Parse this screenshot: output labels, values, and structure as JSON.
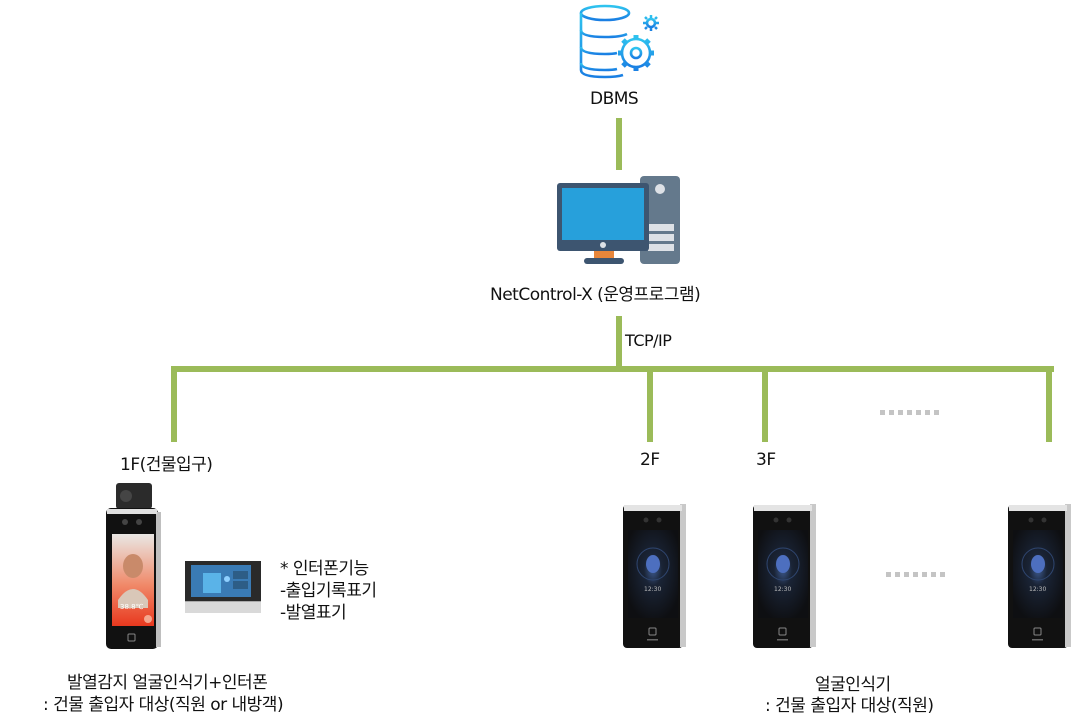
{
  "diagram": {
    "colors": {
      "connector": "#9bbb59",
      "db_icon": "#1fa3e8",
      "monitor_screen": "#27a0db",
      "monitor_frame": "#3d5570",
      "monitor_stand": "#e8863a",
      "tower": "#64798c"
    },
    "dbms": {
      "icon": "database-gear-icon",
      "label": "DBMS"
    },
    "server": {
      "icon": "desktop-computer-icon",
      "label": "NetControl-X (운영프로그램)"
    },
    "link_label": "TCP/IP",
    "floors": [
      {
        "label": "1F(건물입구)"
      },
      {
        "label": "2F"
      },
      {
        "label": "3F"
      }
    ],
    "ellipsis": "·······",
    "entrance_group": {
      "device_icon": "thermal-face-recognition-terminal-icon",
      "intercom_icon": "indoor-intercom-monitor-icon",
      "features_title": "* 인터폰기능",
      "features": [
        "-출입기록표기",
        "-발열표기"
      ],
      "screen_temp": "38.8℃",
      "caption_line1": "발열감지 얼굴인식기+인터폰",
      "caption_line2": ": 건물 출입자 대상(직원 or 내방객)"
    },
    "floor_group": {
      "device_icon": "face-recognition-terminal-icon",
      "screen_time": "12:30",
      "caption_line1": "얼굴인식기",
      "caption_line2": ": 건물 출입자 대상(직원)"
    }
  }
}
